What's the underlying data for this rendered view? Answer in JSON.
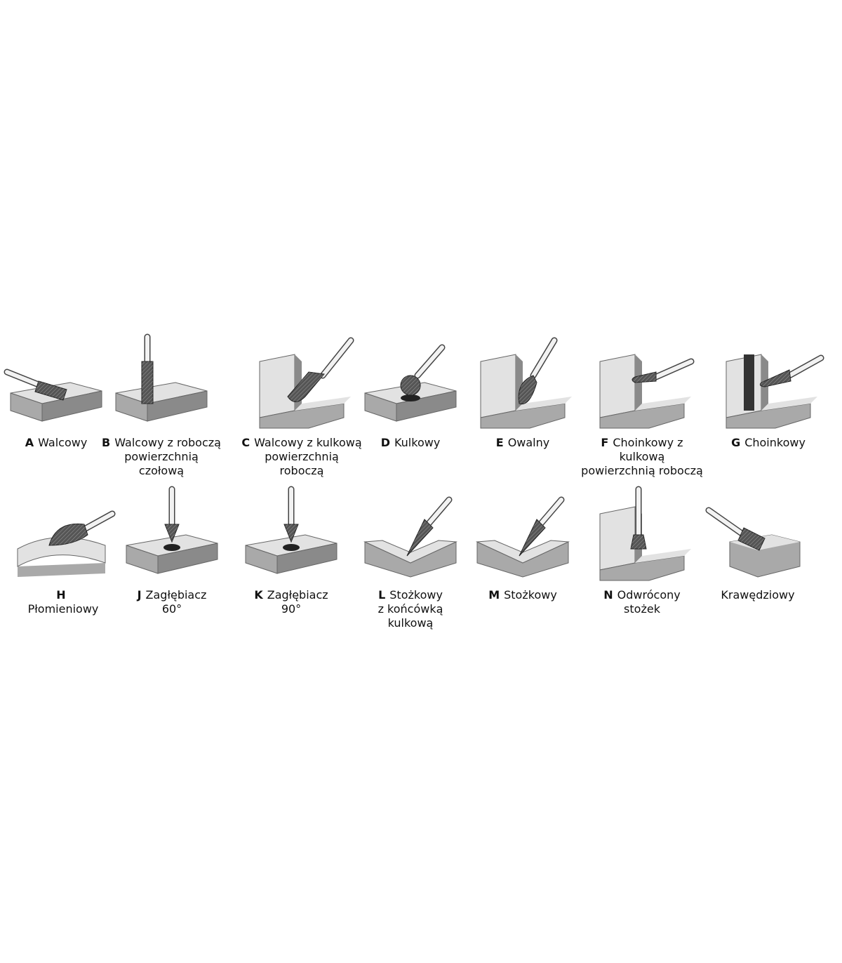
{
  "row1": [
    {
      "letter": "A",
      "name": "Walcowy",
      "shape": "cylinder"
    },
    {
      "letter": "B",
      "name": "Walcowy z roboczą\npowierzchnią\nczołową",
      "shape": "cylinder-end"
    },
    {
      "letter": "C",
      "name": "Walcowy z kulkową\npowierzchnią\nroboczą",
      "shape": "cylinder-ball"
    },
    {
      "letter": "D",
      "name": "Kulkowy",
      "shape": "ball"
    },
    {
      "letter": "E",
      "name": "Owalny",
      "shape": "oval"
    },
    {
      "letter": "F",
      "name": "Choinkowy z\nkulkową\npowierzchnią roboczą",
      "shape": "tree-ball"
    },
    {
      "letter": "G",
      "name": "Choinkowy",
      "shape": "tree"
    }
  ],
  "row2": [
    {
      "letter": "H",
      "name": "\nPłomieniowy",
      "shape": "flame"
    },
    {
      "letter": "J",
      "name": "Zagłębiacz\n60°",
      "shape": "countersink"
    },
    {
      "letter": "K",
      "name": "Zagłębiacz\n90°",
      "shape": "countersink"
    },
    {
      "letter": "L",
      "name": "Stożkowy\nz końcówką\nkulkową",
      "shape": "cone-ball"
    },
    {
      "letter": "M",
      "name": "Stożkowy",
      "shape": "cone"
    },
    {
      "letter": "N",
      "name": "Odwrócony\nstożek",
      "shape": "inverted-cone"
    },
    {
      "letter": "",
      "name": "Krawędziowy",
      "shape": "edge"
    }
  ],
  "colors": {
    "block_top": "#e2e2e2",
    "block_front": "#a9a9a9",
    "block_side": "#8a8a8a",
    "burr": "#555555",
    "text": "#111111"
  }
}
